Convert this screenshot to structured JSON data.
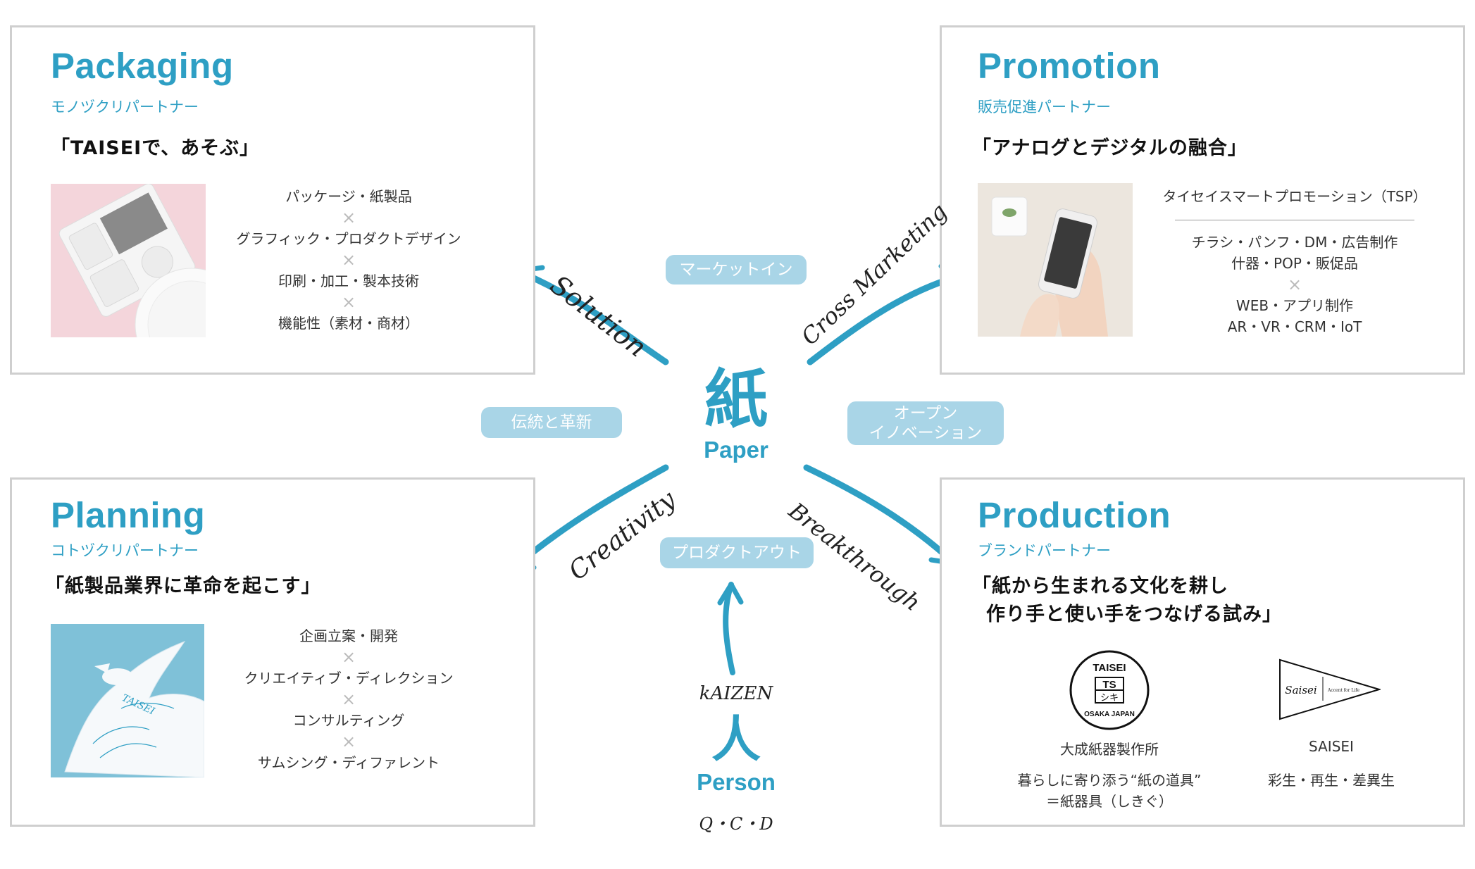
{
  "packaging": {
    "title": "Packaging",
    "subtitle": "モノヅクリパートナー",
    "tagline": "「TAISEIで、あそぶ」",
    "items": [
      "パッケージ・紙製品",
      "グラフィック・プロダクトデザイン",
      "印刷・加工・製本技術",
      "機能性（素材・商材）"
    ],
    "cross": "×"
  },
  "promotion": {
    "title": "Promotion",
    "subtitle": "販売促進パートナー",
    "tagline": "「アナログとデジタルの融合」",
    "header": "タイセイスマートプロモーション（TSP）",
    "items1": [
      "チラシ・パンフ・DM・広告制作",
      "什器・POP・販促品"
    ],
    "items2": [
      "WEB・アプリ制作",
      "AR・VR・CRM・IoT"
    ],
    "cross": "×"
  },
  "planning": {
    "title": "Planning",
    "subtitle": "コトヅクリパートナー",
    "tagline": "「紙製品業界に革命を起こす」",
    "items": [
      "企画立案・開発",
      "クリエイティブ・ディレクション",
      "コンサルティング",
      "サムシング・ディファレント"
    ],
    "cross": "×",
    "photo_text": "TAISEI"
  },
  "production": {
    "title": "Production",
    "subtitle": "ブランドパートナー",
    "tagline_line1": "「紙から生まれる文化を耕し",
    "tagline_line2": "作り手と使い手をつなげる試み」",
    "brand1": {
      "logo_top": "TAISEI",
      "logo_mid": "TS",
      "logo_sub": "シキ",
      "logo_bottom": "OSAKA JAPAN",
      "name": "大成紙器製作所",
      "desc1": "暮らしに寄り添う“紙の道具”",
      "desc2": "＝紙器具（しきぐ）"
    },
    "brand2": {
      "logo_text": "Saisei",
      "logo_sub": "Accent for Life",
      "name": "SAISEI",
      "desc": "彩生・再生・差異生"
    }
  },
  "center": {
    "kanji": "紙",
    "label": "Paper",
    "person_kanji": "人",
    "person_label": "Person"
  },
  "pills": {
    "market_in": "マーケットイン",
    "tradition": "伝統と革新",
    "open1": "オープン",
    "open2": "イノベーション",
    "product_out": "プロダクトアウト"
  },
  "handwritten": {
    "solution": "Solution",
    "cross_marketing": "Cross Marketing",
    "creativity": "Creativity",
    "breakthrough": "Breakthrough",
    "kaizen": "kAIZEN",
    "qcd": "Q・C・D"
  },
  "colors": {
    "accent": "#2e9fc4",
    "pill": "#a9d5e7",
    "border": "#cfcfcf"
  }
}
